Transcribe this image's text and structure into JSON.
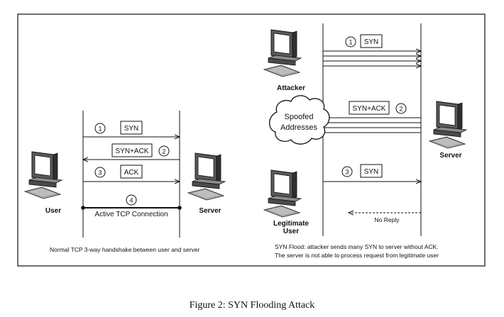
{
  "left_panel": {
    "user_label": "User",
    "server_label": "Server",
    "steps": [
      {
        "num": "1",
        "label": "SYN"
      },
      {
        "num": "2",
        "label": "SYN+ACK"
      },
      {
        "num": "3",
        "label": "ACK"
      },
      {
        "num": "4",
        "label": "Active TCP Connection"
      }
    ],
    "note": "Normal TCP 3-way handshake between user and server"
  },
  "right_panel": {
    "attacker_label": "Attacker",
    "spoofed_line1": "Spoofed",
    "spoofed_line2": "Addresses",
    "server_label": "Server",
    "legit_line1": "Legitimate",
    "legit_line2": "User",
    "steps": [
      {
        "num": "1",
        "label": "SYN"
      },
      {
        "num": "2",
        "label": "SYN+ACK"
      },
      {
        "num": "3",
        "label": "SYN"
      }
    ],
    "no_reply": "No Reply",
    "note_line1": "SYN Flood: attacker sends many SYN to server without ACK.",
    "note_line2": "The server is not able to process request from legitimate user"
  },
  "caption": "Figure 2: SYN Flooding Attack"
}
